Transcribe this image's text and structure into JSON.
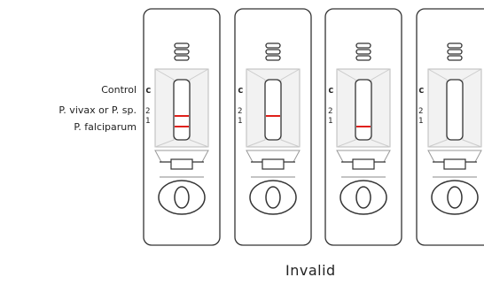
{
  "legend": {
    "control": "Control",
    "pvivax": "P. vivax  or P. sp.",
    "pfalciparum": "P. falciparum"
  },
  "strip_marks": {
    "c": "c",
    "two": "2",
    "one": "1"
  },
  "caption": "Invalid",
  "cassettes": [
    {
      "control_line": false,
      "line_2": true,
      "line_1": true
    },
    {
      "control_line": false,
      "line_2": true,
      "line_1": false
    },
    {
      "control_line": false,
      "line_2": false,
      "line_1": true
    },
    {
      "control_line": false,
      "line_2": false,
      "line_1": false
    }
  ],
  "colors": {
    "test_line": "#e0201a",
    "outline": "#333333",
    "window": "#f2f2f2"
  }
}
